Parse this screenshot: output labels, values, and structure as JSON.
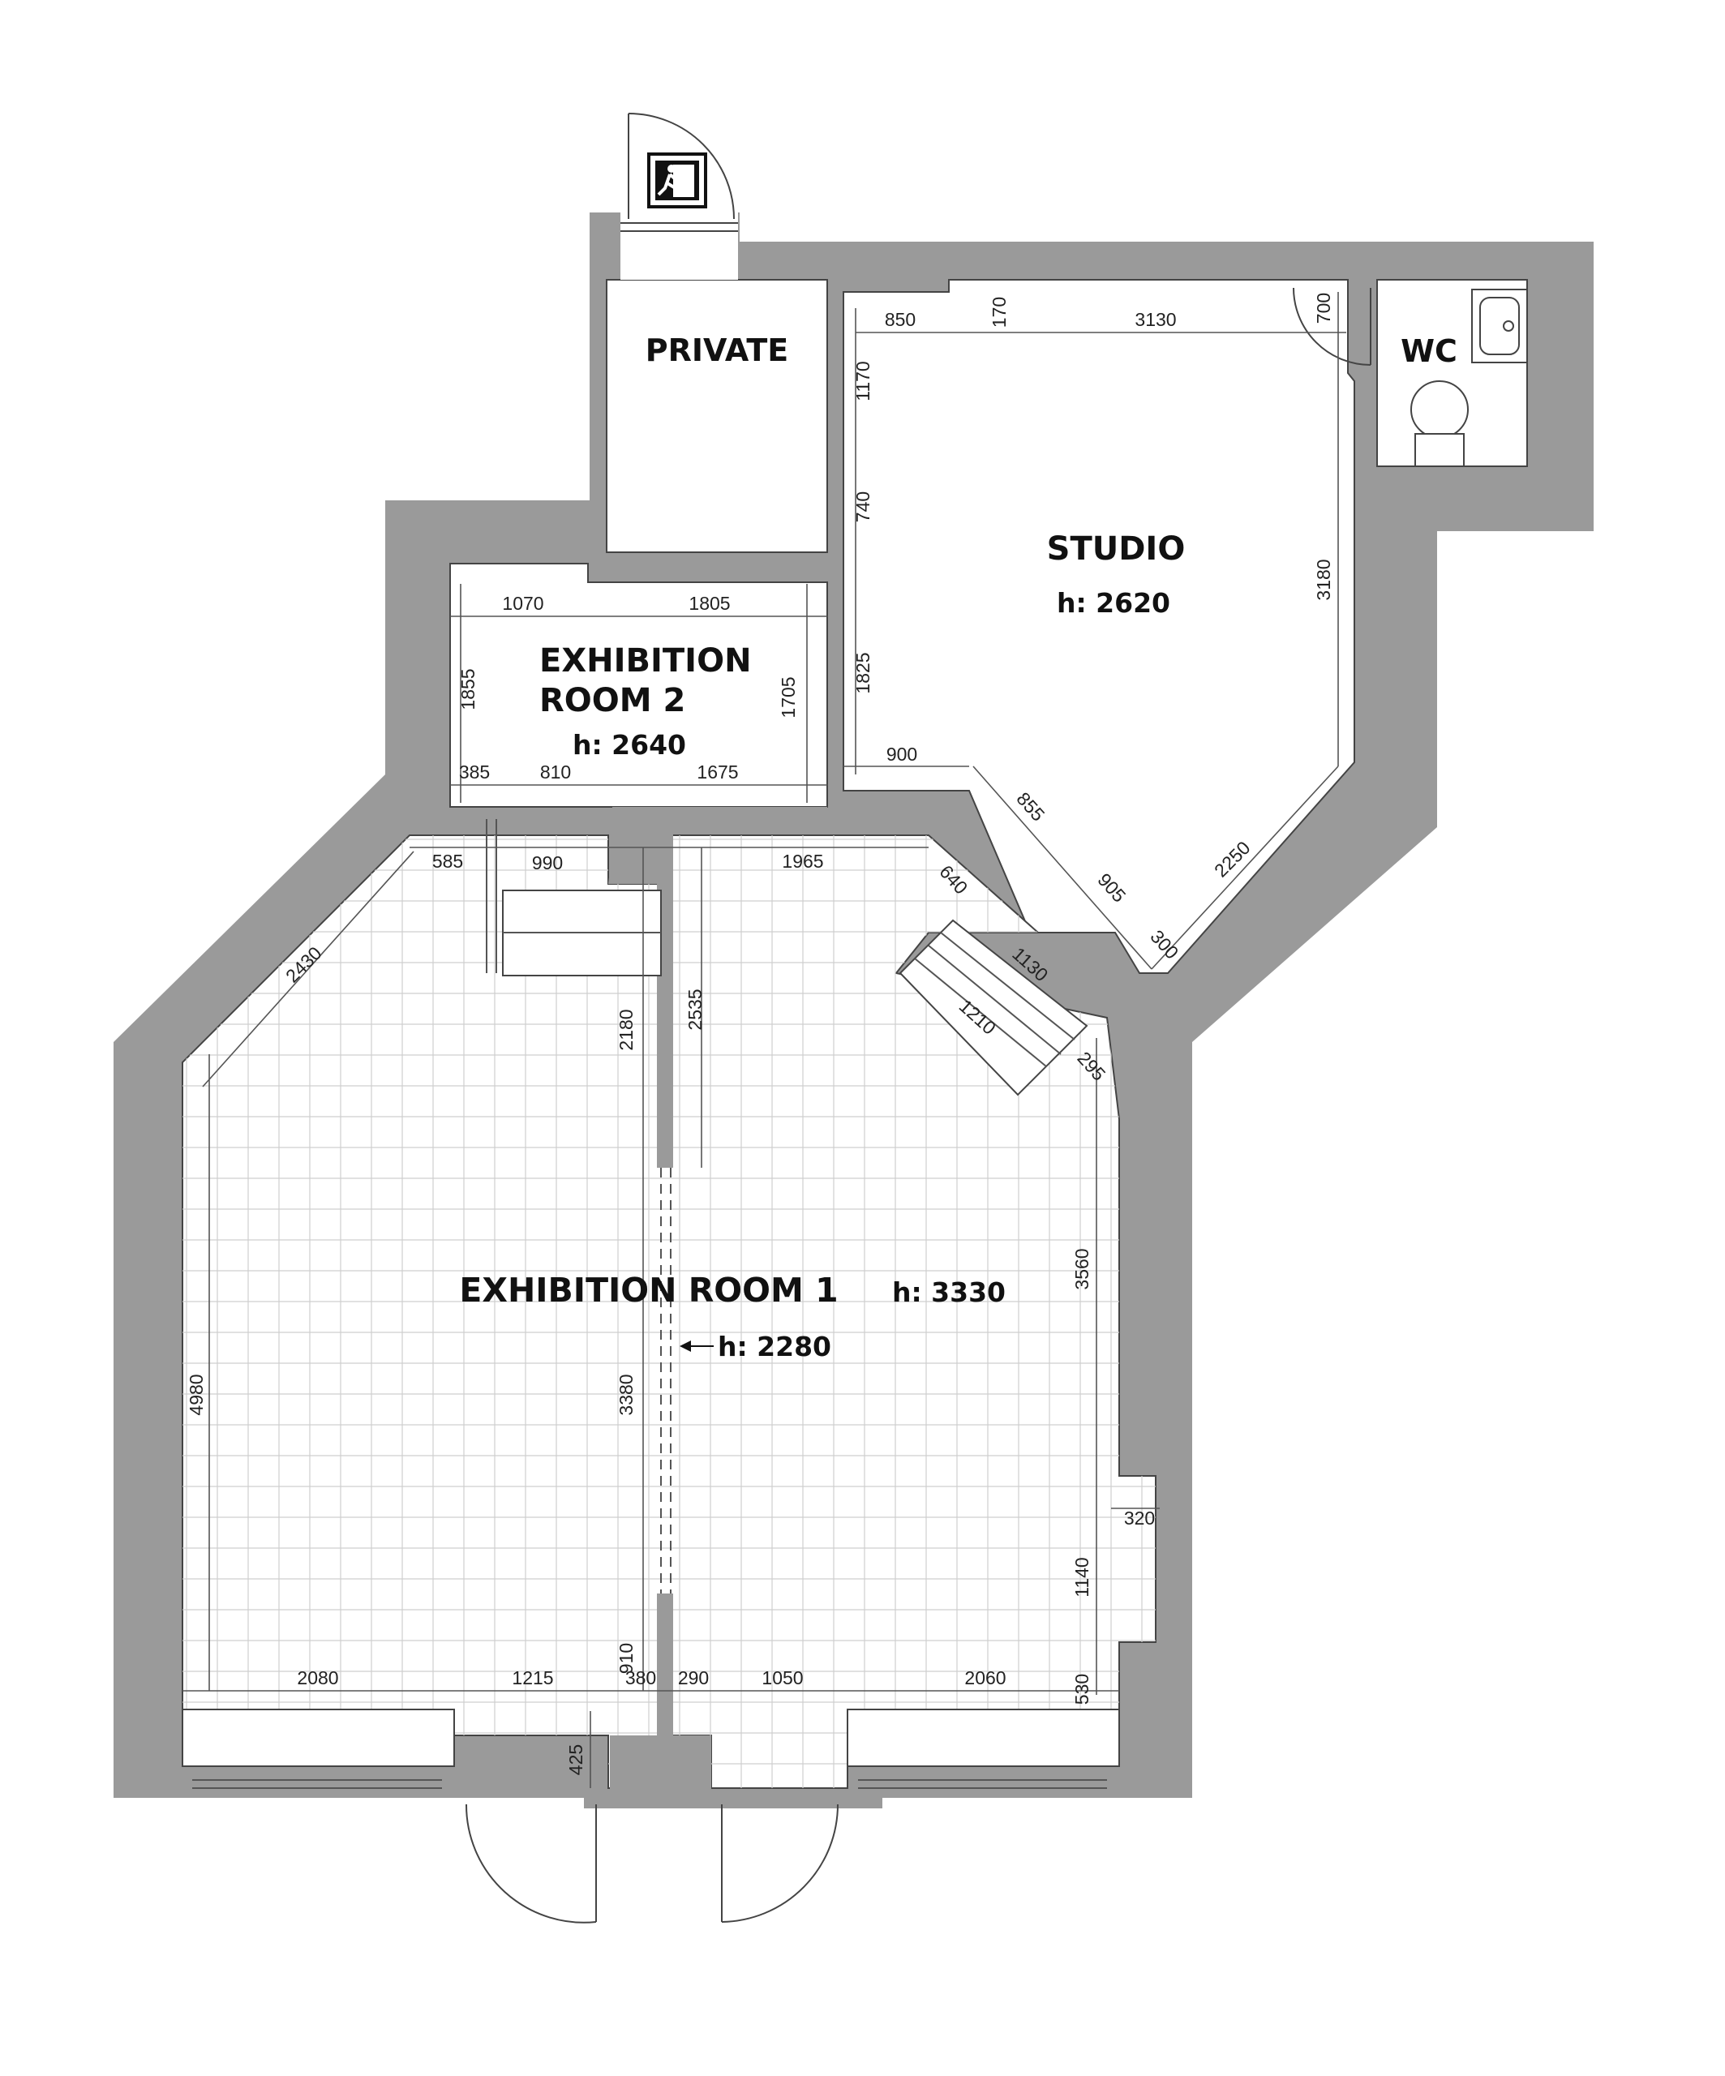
{
  "rooms": {
    "private": "PRIVATE",
    "studio": "STUDIO",
    "studio_height": "h: 2620",
    "wc": "WC",
    "exhibition2_line1": "EXHIBITION",
    "exhibition2_line2": "ROOM 2",
    "exhibition2_height": "h: 2640",
    "exhibition1": "EXHIBITION ROOM 1",
    "exhibition1_height": "h: 3330",
    "partition_height": "h: 2280"
  },
  "dimensions": {
    "studio": {
      "d850": "850",
      "d170": "170",
      "d3130": "3130",
      "d700": "700",
      "d1170": "1170",
      "d740": "740",
      "d3180": "3180",
      "d1825": "1825",
      "d900": "900",
      "d855": "855",
      "d905": "905",
      "d2250": "2250",
      "d300": "300"
    },
    "ex2": {
      "d1070": "1070",
      "d1805": "1805",
      "d1855": "1855",
      "d1705": "1705",
      "d385": "385",
      "d810": "810",
      "d1675": "1675"
    },
    "ex1": {
      "d585": "585",
      "d990": "990",
      "d1965": "1965",
      "d640": "640",
      "d1130": "1130",
      "d1210": "1210",
      "d295": "295",
      "d2430": "2430",
      "d2180": "2180",
      "d2535": "2535",
      "d3560": "3560",
      "d4980": "4980",
      "d3380": "3380",
      "d320": "320",
      "d1140": "1140",
      "d910": "910",
      "d530": "530",
      "d2080": "2080",
      "d1215": "1215",
      "d380": "380",
      "d290": "290",
      "d1050": "1050",
      "d2060": "2060",
      "d425": "425"
    }
  },
  "icons": [
    "emergency-exit-icon",
    "sink-icon",
    "toilet-icon"
  ]
}
